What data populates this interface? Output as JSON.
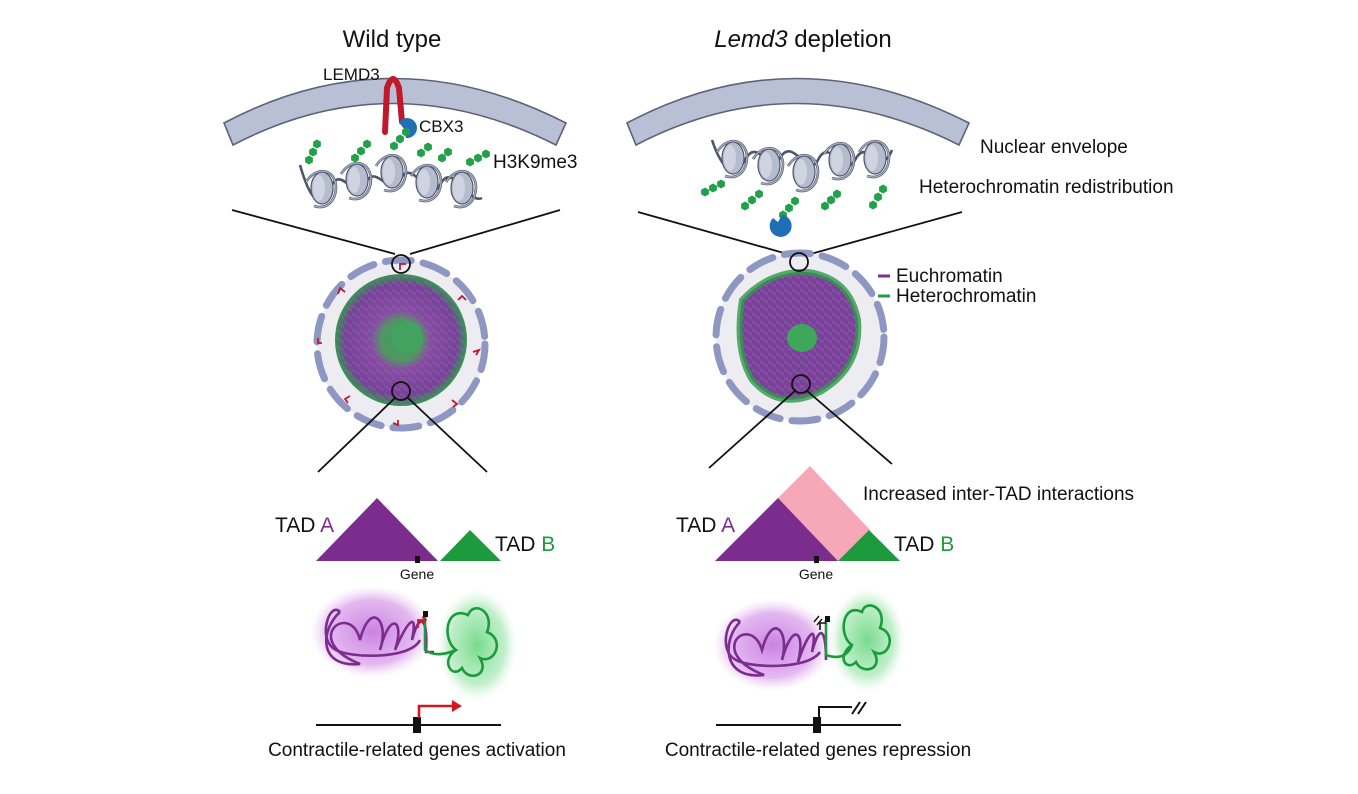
{
  "panels": {
    "left": {
      "title": "Wild type",
      "protein_lemd3": "LEMD3",
      "protein_cbx3": "CBX3",
      "mark": "H3K9me3",
      "tad_a_prefix": "TAD ",
      "tad_a_letter": "A",
      "tad_b_prefix": "TAD ",
      "tad_b_letter": "B",
      "gene": "Gene",
      "caption": "Contractile-related genes activation"
    },
    "right": {
      "title_italic": "Lemd3",
      "title_rest": " depletion",
      "tad_a_prefix": "TAD ",
      "tad_a_letter": "A",
      "tad_b_prefix": "TAD ",
      "tad_b_letter": "B",
      "gene": "Gene",
      "caption": "Contractile-related genes repression",
      "inter_tad": "Increased inter-TAD interactions"
    }
  },
  "labels": {
    "nuclear_envelope": "Nuclear envelope",
    "heterochromatin_redistribution": "Heterochromatin redistribution"
  },
  "legend": [
    {
      "label": "Euchromatin",
      "color": "#7b2d8e"
    },
    {
      "label": "Heterochromatin",
      "color": "#1e9e4a"
    }
  ],
  "colors": {
    "tad_a": "#7b2d8e",
    "tad_b": "#1e9a3e",
    "inter_tad": "#f7a8b8",
    "envelope": "#b9bfd4",
    "envelope_stroke": "#5c6378",
    "lemd3": "#c0192b",
    "cbx3": "#1f6fb5",
    "h3k9me3": "#23a04a",
    "arrow_active": "#d0191f"
  }
}
